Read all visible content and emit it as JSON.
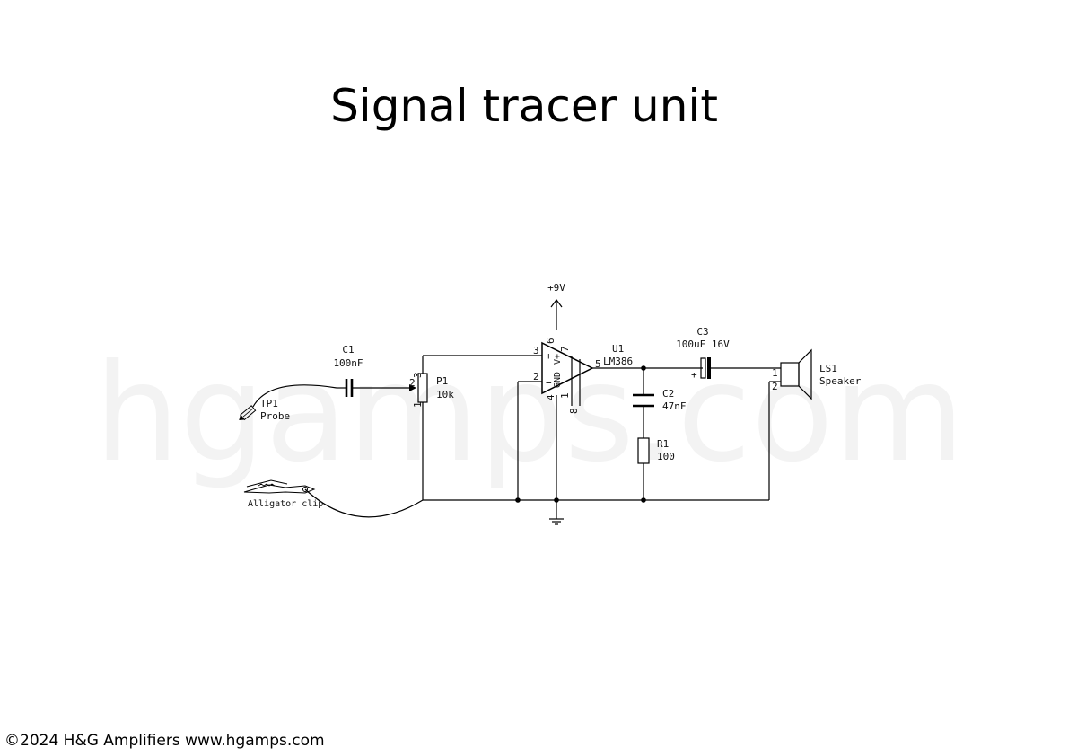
{
  "title": "Signal tracer unit",
  "watermark": "hgamps.com",
  "footer": "©2024 H&G Amplifiers www.hgamps.com",
  "components": {
    "tp1": {
      "ref": "TP1",
      "value": "Probe"
    },
    "clip": {
      "value": "Alligator clip"
    },
    "c1": {
      "ref": "C1",
      "value": "100nF"
    },
    "p1": {
      "ref": "P1",
      "value": "10k",
      "pin_top": "3",
      "pin_wiper": "2",
      "pin_bottom": "1"
    },
    "u1": {
      "ref": "U1",
      "value": "LM386",
      "pin_in_plus": "3",
      "pin_in_minus": "2",
      "pin_gnd": "4",
      "pin_vplus": "6",
      "pin_out": "5",
      "pin_7": "7",
      "pin_1": "1",
      "pin_8": "8",
      "plus_sign": "+",
      "minus_sign": "−",
      "gnd_label": "GND",
      "vplus_label": "V+"
    },
    "c2": {
      "ref": "C2",
      "value": "47nF"
    },
    "r1": {
      "ref": "R1",
      "value": "100"
    },
    "c3": {
      "ref": "C3",
      "value": "100uF 16V",
      "polarity": "+"
    },
    "ls1": {
      "ref": "LS1",
      "value": "Speaker",
      "pin_1": "1",
      "pin_2": "2"
    },
    "supply": {
      "label": "+9V"
    }
  }
}
